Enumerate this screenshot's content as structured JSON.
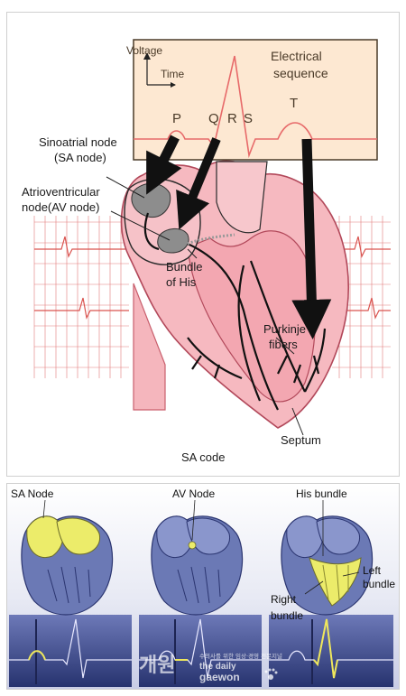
{
  "top_diagram": {
    "ecg_box": {
      "voltage_label": "Voltage",
      "time_label": "Time",
      "sequence_title_line1": "Electrical",
      "sequence_title_line2": "sequence",
      "wave_labels": [
        "P",
        "Q",
        "R",
        "S",
        "T"
      ]
    },
    "labels": {
      "sa_node_line1": "Sinoatrial node",
      "sa_node_line2": "(SA node)",
      "av_node_line1": "Atrioventricular",
      "av_node_line2": "node(AV node)",
      "bundle_line1": "Bundle",
      "bundle_line2": "of His",
      "purkinje_line1": "Purkinje",
      "purkinje_line2": "fibers",
      "septum": "Septum"
    },
    "caption": "SA code"
  },
  "bottom_diagram": {
    "panels": [
      {
        "title": "SA Node"
      },
      {
        "title": "AV Node"
      },
      {
        "title": "His bundle",
        "left_label_line1": "Left",
        "left_label_line2": "bundle",
        "right_label_line1": "Right",
        "right_label_line2": "bundle"
      }
    ],
    "watermark": {
      "logo_korean": "개원",
      "tagline_korean": "수의사를 위한 임상·경영 전문지널",
      "brand_line1": "the daily",
      "brand_line2": "gaewon"
    }
  },
  "colors": {
    "ecg_box_fill": "#fde8d2",
    "ecg_box_stroke": "#4a3a28",
    "ecg_trace": "#e76a6a",
    "grid_line": "#d9534f",
    "heart_fill": "#f6b9c0",
    "heart_stroke": "#c95f6d",
    "node_gray": "#8d8d8d",
    "highlight_yellow": "#ecec6a",
    "ecg_panel_blue": "#3f4f93"
  }
}
